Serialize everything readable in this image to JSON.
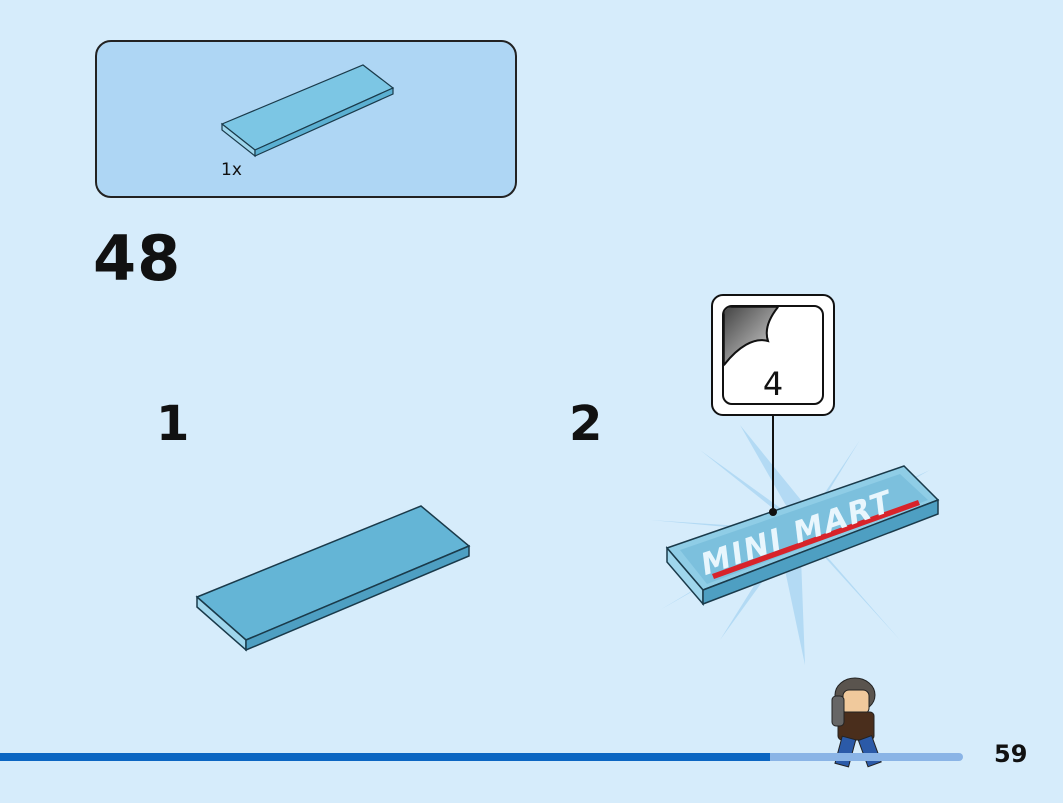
{
  "parts_box": {
    "quantity": "1x",
    "part_name": "flat-tile-1x4-icon"
  },
  "step": {
    "number": "48"
  },
  "substeps": [
    {
      "number": "1"
    },
    {
      "number": "2"
    }
  ],
  "sticker_callout": {
    "sticker_number": "4",
    "icon": "sticker-sheet-icon"
  },
  "sign": {
    "text": "MINI MART"
  },
  "progress": {
    "fraction": 0.8
  },
  "footer": {
    "page_number": "59"
  },
  "colors": {
    "background": "#d6ecfb",
    "parts_box": "#aed6f4",
    "tile_top": "#64b5d6",
    "tile_side": "#8fcde6",
    "sign_stripe": "#d8232a",
    "progress_bar": "#0c66c2",
    "progress_rest": "#8ab4e6"
  }
}
